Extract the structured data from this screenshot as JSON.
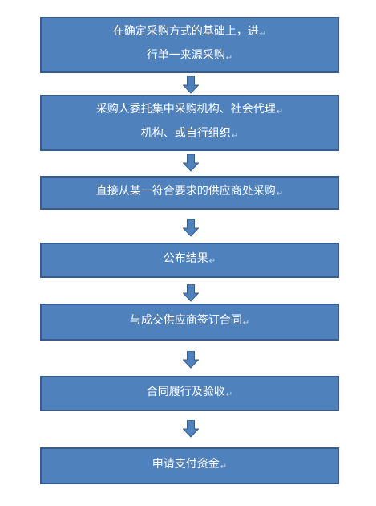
{
  "flowchart": {
    "steps": [
      {
        "lines": [
          "在确定采购方式的基础上，进",
          "行单一来源采购"
        ]
      },
      {
        "lines": [
          "采购人委托集中采购机构、社会代理",
          "机构、或自行组织"
        ]
      },
      {
        "lines": [
          "直接从某一符合要求的供应商处采购"
        ]
      },
      {
        "lines": [
          "公布结果"
        ]
      },
      {
        "lines": [
          "与成交供应商签订合同"
        ]
      },
      {
        "lines": [
          "合同履行及验收"
        ]
      },
      {
        "lines": [
          "申请支付资金"
        ]
      }
    ],
    "paragraph_mark": "↵",
    "colors": {
      "box_fill": "#4f81bd",
      "box_border": "#385d8a",
      "text": "#ffffff",
      "arrow_fill": "#4f81bd"
    }
  }
}
